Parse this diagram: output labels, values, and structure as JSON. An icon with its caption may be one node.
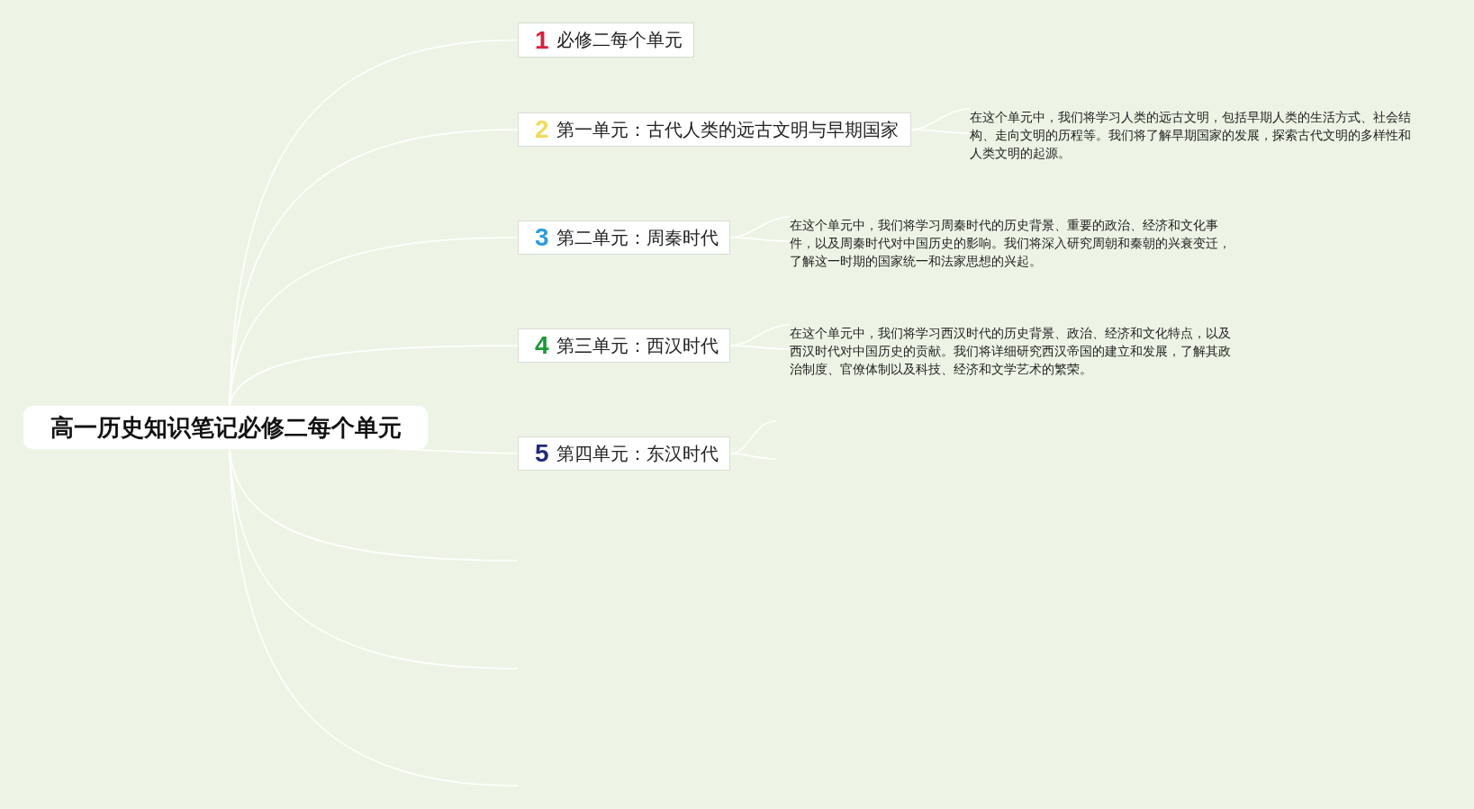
{
  "diagram": {
    "nodes": [
      {
        "text": [
          "高一历史知识笔记必修二每个单元"
        ]
      },
      {
        "text": [
          "1",
          "必修二每个单元"
        ]
      },
      {
        "text": [
          "2",
          "第一单元：古代人类的远古文明与早期国家"
        ]
      },
      {
        "text": [
          "3",
          "第二单元：周秦时代"
        ]
      },
      {
        "text": [
          "4",
          "第三单元：西汉时代"
        ]
      },
      {
        "text": [
          "5",
          "第四单元：东汉时代"
        ]
      },
      {
        "text": [
          "在这个单元中，我们将学习人类的远古文明，包括早期人类的生活方式、社会结构、走向文明的历程等。我们将了解早期国家的发展，探索古代文明的多样性和人类文明的起源。"
        ]
      },
      {
        "text": [
          "在这个单元中，我们将学习周秦时代的历史背景、重要的政治、经济和文化事件，以及周秦时代对中国历史的影响。我们将深入研究周朝和秦朝的兴衰变迁，了解这一时期的国家统一和法家思想的兴起。"
        ]
      },
      {
        "text": [
          "在这个单元中，我们将学习西汉时代的历史背景、政治、经济和文化特点，以及西汉时代对中国历史的贡献。我们将详细研究西汉帝国的建立和发展，了解其政治制度、官僚体制以及科技、经济和文学艺术的繁荣。"
        ]
      }
    ],
    "edges": [
      {
        "from": 0,
        "to": 1,
        "arrow": "none"
      },
      {
        "from": 0,
        "to": 2,
        "arrow": "none"
      },
      {
        "from": 0,
        "to": 3,
        "arrow": "none"
      },
      {
        "from": 0,
        "to": 4,
        "arrow": "none"
      },
      {
        "from": 0,
        "to": 5,
        "arrow": "none"
      },
      {
        "from": 0,
        "to": null,
        "arrow": "none"
      },
      {
        "from": 0,
        "to": null,
        "arrow": "none"
      },
      {
        "from": 0,
        "to": null,
        "arrow": "none"
      },
      {
        "from": 2,
        "to": 6,
        "arrow": "none"
      },
      {
        "from": 2,
        "to": 6,
        "arrow": "none"
      },
      {
        "from": 3,
        "to": 7,
        "arrow": "none"
      },
      {
        "from": 3,
        "to": 7,
        "arrow": "none"
      },
      {
        "from": 4,
        "to": 8,
        "arrow": "none"
      },
      {
        "from": 4,
        "to": 8,
        "arrow": "none"
      },
      {
        "from": 5,
        "to": null,
        "arrow": "none"
      },
      {
        "from": 5,
        "to": null,
        "arrow": "none"
      }
    ]
  }
}
